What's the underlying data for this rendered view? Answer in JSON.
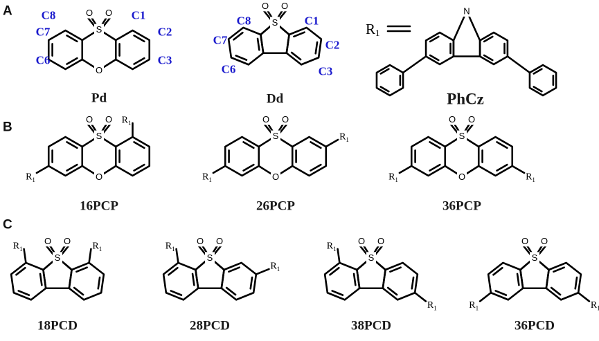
{
  "colors": {
    "ring_cyan": "#00f0f0",
    "ring_pink": "#f0aaf0",
    "position_label": "#1a1acd"
  },
  "panels": [
    "A",
    "B",
    "C"
  ],
  "atoms": {
    "sulfur": "S",
    "oxygen": "O",
    "nitrogen": "N"
  },
  "substituent": {
    "base": "R",
    "sub": "1"
  },
  "compounds": {
    "pd": "Pd",
    "dd": "Dd",
    "phcz": "PhCz",
    "p16": "16PCP",
    "p26": "26PCP",
    "p36": "36PCP",
    "d18": "18PCD",
    "d28": "28PCD",
    "d38": "38PCD",
    "d36": "36PCD"
  },
  "positions": [
    "C1",
    "C2",
    "C3",
    "C6",
    "C7",
    "C8"
  ]
}
